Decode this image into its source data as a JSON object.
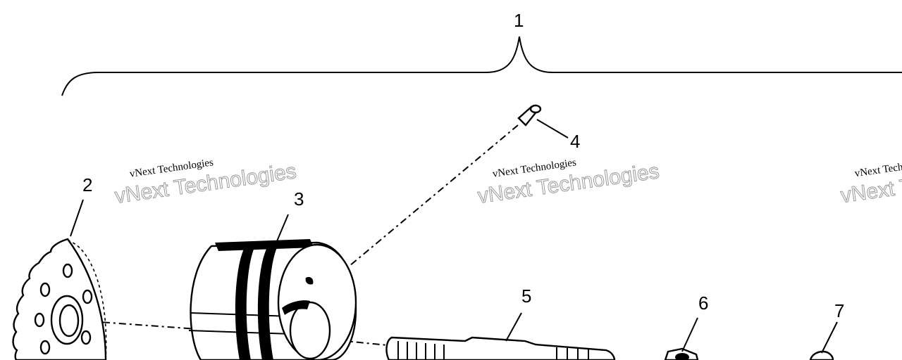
{
  "callouts": {
    "c1": "1",
    "c2": "2",
    "c3": "3",
    "c4": "4",
    "c5": "5",
    "c6": "6",
    "c7": "7"
  },
  "watermarks": [
    {
      "line": "vNext Technologies",
      "outline": "vNext Technologies"
    },
    {
      "line": "vNext Technologies",
      "outline": "vNext Technologies"
    },
    {
      "line": "vNext Technologies",
      "outline": "vNext Technologies"
    }
  ]
}
